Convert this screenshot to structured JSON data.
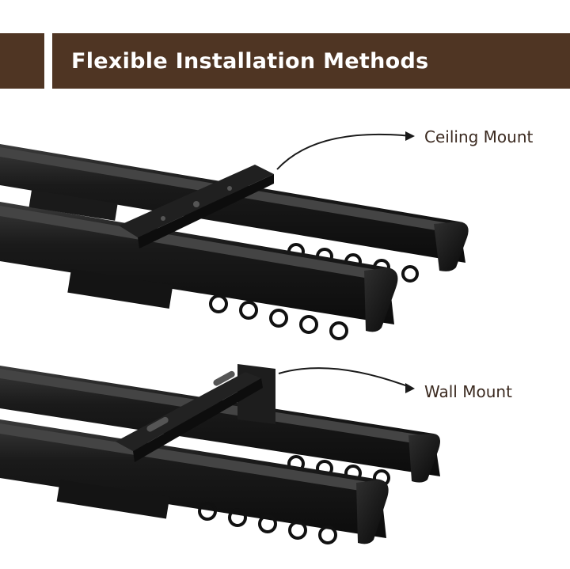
{
  "header": {
    "title": "Flexible Installation Methods"
  },
  "labels": {
    "ceiling": "Ceiling Mount",
    "wall": "Wall Mount"
  },
  "colors": {
    "banner": "#4f3523",
    "banner_text": "#ffffff",
    "label_text": "#3b2a20",
    "rail": "#1c1c1c"
  }
}
